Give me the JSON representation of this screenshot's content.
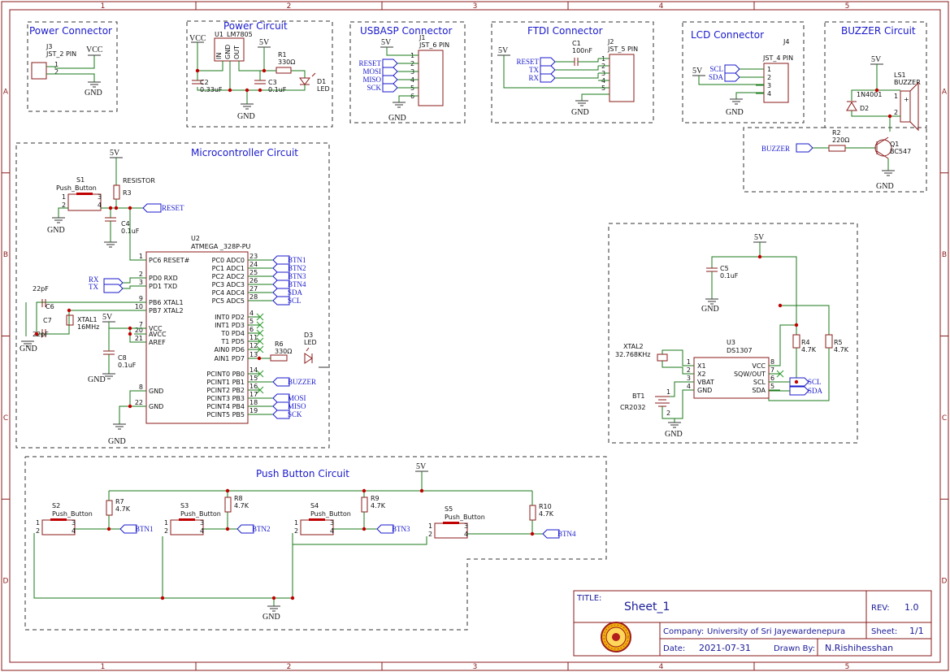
{
  "zones": {
    "columns": [
      "1",
      "2",
      "3",
      "4",
      "5"
    ],
    "rows": [
      "A",
      "B",
      "C",
      "D"
    ]
  },
  "sections": {
    "power_connector": "Power Connector",
    "power_circuit": "Power Circuit",
    "usbasp_connector": "USBASP Connector",
    "ftdi_connector": "FTDI Connector",
    "lcd_connector": "LCD Connector",
    "buzzer_circuit": "BUZZER Circuit",
    "microcontroller_circuit": "Microcontroller Circuit",
    "push_button_circuit": "Push Button Circuit"
  },
  "power_connector": {
    "ref": "J3",
    "value": "JST_2 PIN",
    "vcc": "VCC",
    "gnd": "GND",
    "pins": [
      "1",
      "2"
    ]
  },
  "power_circuit": {
    "vcc": "VCC",
    "reg_ref": "U1",
    "reg_value": "LM7805",
    "reg_pins": [
      "IN",
      "GND",
      "OUT"
    ],
    "reg_pin_nums": [
      "1",
      "2",
      "3"
    ],
    "v5": "5V",
    "r1_ref": "R1",
    "r1_value": "330Ω",
    "c2_ref": "C2",
    "c2_value": "0.33uF",
    "c3_ref": "C3",
    "c3_value": "0.1uF",
    "d1_ref": "D1",
    "d1_value": "LED",
    "gnd": "GND"
  },
  "usbasp": {
    "ref": "J1",
    "value": "JST_6 PIN",
    "v5": "5V",
    "gnd": "GND",
    "nets": [
      "RESET",
      "MOSI",
      "MISO",
      "SCK"
    ],
    "pins": [
      "1",
      "2",
      "3",
      "4",
      "5",
      "6"
    ]
  },
  "ftdi": {
    "ref": "J2",
    "value": "JST_5 PIN",
    "v5": "5V",
    "gnd": "GND",
    "c1_ref": "C1",
    "c1_value": "100nF",
    "nets": [
      "RESET",
      "TX",
      "RX"
    ],
    "pins": [
      "1",
      "2",
      "3",
      "4",
      "5"
    ]
  },
  "lcd": {
    "ref": "J4",
    "value": "JST_4 PIN",
    "v5": "5V",
    "gnd": "GND",
    "nets": [
      "SCL",
      "SDA"
    ],
    "pins": [
      "1",
      "2",
      "3",
      "4"
    ]
  },
  "buzzer": {
    "v5": "5V",
    "ls_ref": "LS1",
    "ls_value": "BUZZER",
    "d2_part": "1N4001",
    "d2_ref": "D2",
    "r2_ref": "R2",
    "r2_value": "220Ω",
    "q_ref": "Q1",
    "q_value": "BC547",
    "net": "BUZZER",
    "gnd": "GND",
    "pins": [
      "1",
      "2"
    ],
    "plus": "+"
  },
  "mcu": {
    "v5": "5V",
    "r3_ref": "R3",
    "r3_value": "RESISTOR",
    "s1_ref": "S1",
    "s1_value": "Push_Button",
    "s_pins": [
      "1",
      "2",
      "3",
      "4"
    ],
    "c4_ref": "C4",
    "c4_value": "0.1uF",
    "reset_net": "RESET",
    "u2_ref": "U2",
    "u2_value": "ATMEGA _328P-PU",
    "left_pins": [
      {
        "num": "1",
        "name": "PC6 RESET#"
      },
      {
        "num": "2",
        "name": "PD0 RXD"
      },
      {
        "num": "3",
        "name": "PD1 TXD"
      },
      {
        "num": "9",
        "name": "PB6 XTAL1"
      },
      {
        "num": "10",
        "name": "PB7 XTAL2"
      },
      {
        "num": "7",
        "name": "VCC"
      },
      {
        "num": "20",
        "name": "AVCC"
      },
      {
        "num": "21",
        "name": "AREF"
      },
      {
        "num": "8",
        "name": "GND"
      },
      {
        "num": "22",
        "name": "GND"
      }
    ],
    "right_pins": [
      {
        "num": "23",
        "name": "PC0 ADC0"
      },
      {
        "num": "24",
        "name": "PC1 ADC1"
      },
      {
        "num": "25",
        "name": "PC2 ADC2"
      },
      {
        "num": "26",
        "name": "PC3 ADC3"
      },
      {
        "num": "27",
        "name": "PC4 ADC4"
      },
      {
        "num": "28",
        "name": "PC5 ADC5"
      },
      {
        "num": "4",
        "name": "INT0 PD2"
      },
      {
        "num": "5",
        "name": "INT1 PD3"
      },
      {
        "num": "6",
        "name": "T0 PD4"
      },
      {
        "num": "11",
        "name": "T1 PD5"
      },
      {
        "num": "12",
        "name": "AIN0 PD6"
      },
      {
        "num": "13",
        "name": "AIN1 PD7"
      },
      {
        "num": "14",
        "name": "PCINT0 PB0"
      },
      {
        "num": "15",
        "name": "PCINT1 PB1"
      },
      {
        "num": "16",
        "name": "PCINT2 PB2"
      },
      {
        "num": "17",
        "name": "PCINT3 PB3"
      },
      {
        "num": "18",
        "name": "PCINT4 PB4"
      },
      {
        "num": "19",
        "name": "PCINT5 PB5"
      }
    ],
    "right_nets": [
      "BTN1",
      "BTN2",
      "BTN3",
      "BTN4",
      "SDA",
      "SCL",
      "BUZZER",
      "MOSI",
      "MISO",
      "SCK"
    ],
    "left_nets": [
      "RX",
      "TX"
    ],
    "c6_ref": "C6",
    "c6_value": "22pF",
    "c7_ref": "C7",
    "c7_value": "22pF",
    "xtal_ref": "XTAL1",
    "xtal_value": "16MHz",
    "c8_ref": "C8",
    "c8_value": "0.1uF",
    "r6_ref": "R6",
    "r6_value": "330Ω",
    "d3_ref": "D3",
    "d3_value": "LED",
    "gnd": "GND"
  },
  "rtc": {
    "v5": "5V",
    "c5_ref": "C5",
    "c5_value": "0.1uF",
    "r4_ref": "R4",
    "r4_value": "4.7K",
    "r5_ref": "R5",
    "r5_value": "4.7K",
    "xtal_ref": "XTAL2",
    "xtal_value": "32.768KHz",
    "u3_ref": "U3",
    "u3_value": "DS1307",
    "left_pins": [
      {
        "num": "1",
        "name": "X1"
      },
      {
        "num": "2",
        "name": "X2"
      },
      {
        "num": "3",
        "name": "VBAT"
      },
      {
        "num": "4",
        "name": "GND"
      }
    ],
    "right_pins": [
      {
        "num": "8",
        "name": "VCC"
      },
      {
        "num": "7",
        "name": "SQW/OUT"
      },
      {
        "num": "6",
        "name": "SCL"
      },
      {
        "num": "5",
        "name": "SDA"
      }
    ],
    "nets": [
      "SCL",
      "SDA"
    ],
    "bt_ref": "BT1",
    "bt_value": "CR2032",
    "bt_pins": [
      "1",
      "2"
    ],
    "gnd": "GND"
  },
  "buttons": {
    "v5": "5V",
    "gnd": "GND",
    "s_value": "Push_Button",
    "s_pins": [
      "1",
      "2",
      "3",
      "4"
    ],
    "items": [
      {
        "s_ref": "S2",
        "r_ref": "R7",
        "r_value": "4.7K",
        "net": "BTN1"
      },
      {
        "s_ref": "S3",
        "r_ref": "R8",
        "r_value": "4.7K",
        "net": "BTN2"
      },
      {
        "s_ref": "S4",
        "r_ref": "R9",
        "r_value": "4.7K",
        "net": "BTN3"
      },
      {
        "s_ref": "S5",
        "r_ref": "R10",
        "r_value": "4.7K",
        "net": "BTN4"
      }
    ]
  },
  "title_block": {
    "title_label": "TITLE:",
    "title": "Sheet_1",
    "rev_label": "REV:",
    "rev": "1.0",
    "company_label": "Company:",
    "company": "University of Sri Jayewardenepura",
    "sheet_label": "Sheet:",
    "sheet": "1/1",
    "date_label": "Date:",
    "date": "2021-07-31",
    "drawn_label": "Drawn By:",
    "drawn_by": "N.Rishihesshan"
  },
  "colors": {
    "frame": "#8b1a1a",
    "wire": "#1a7a1a",
    "title_text": "#1a1acc",
    "junction": "#c00000"
  }
}
